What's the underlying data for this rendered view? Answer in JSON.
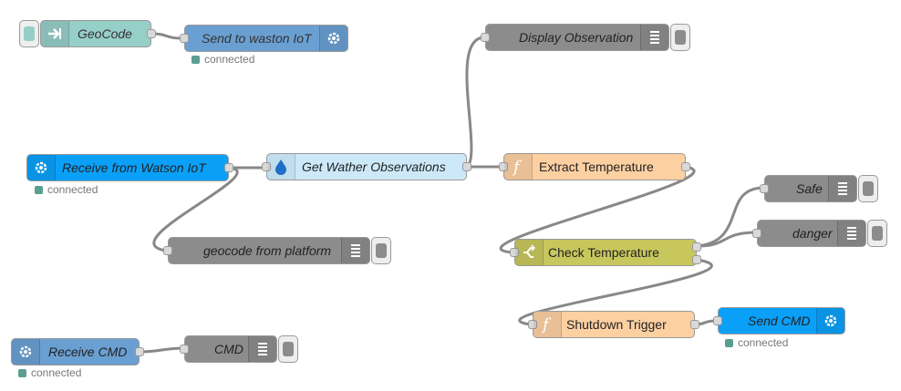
{
  "colors": {
    "inject": "#96cec8",
    "wiot_out": "#6a9fd2",
    "wiot_bright": "#0aa0f8",
    "debug": "#8c8c8c",
    "weather": "#cde9f9",
    "function": "#fdd0a2",
    "switch": "#c7c75e",
    "wire": "#888888",
    "status_connected": "#5a9e92"
  },
  "nodes": {
    "geocode": {
      "label": "GeoCode",
      "icon": "arrow-in-icon"
    },
    "send_waston": {
      "label": "Send to waston IoT",
      "icon": "iot-gear-icon",
      "status": "connected"
    },
    "display_obs": {
      "label": "Display Observation",
      "icon": "list-icon"
    },
    "receive_watson": {
      "label": "Receive from Watson IoT",
      "icon": "iot-gear-icon",
      "status": "connected"
    },
    "get_weather": {
      "label": "Get Wather Observations",
      "icon": "water-drop-icon"
    },
    "extract_temp": {
      "label": "Extract Temperature",
      "icon": "function-icon"
    },
    "geocode_platform": {
      "label": "geocode from platform",
      "icon": "list-icon"
    },
    "safe": {
      "label": "Safe",
      "icon": "list-icon"
    },
    "danger": {
      "label": "danger",
      "icon": "list-icon"
    },
    "check_temp": {
      "label": "Check Temperature",
      "icon": "switch-icon"
    },
    "shutdown": {
      "label": "Shutdown Trigger",
      "icon": "function-icon"
    },
    "send_cmd": {
      "label": "Send CMD",
      "icon": "iot-gear-icon",
      "status": "connected"
    },
    "receive_cmd": {
      "label": "Receive CMD",
      "icon": "iot-gear-icon",
      "status": "connected"
    },
    "cmd": {
      "label": "CMD",
      "icon": "list-icon"
    }
  }
}
